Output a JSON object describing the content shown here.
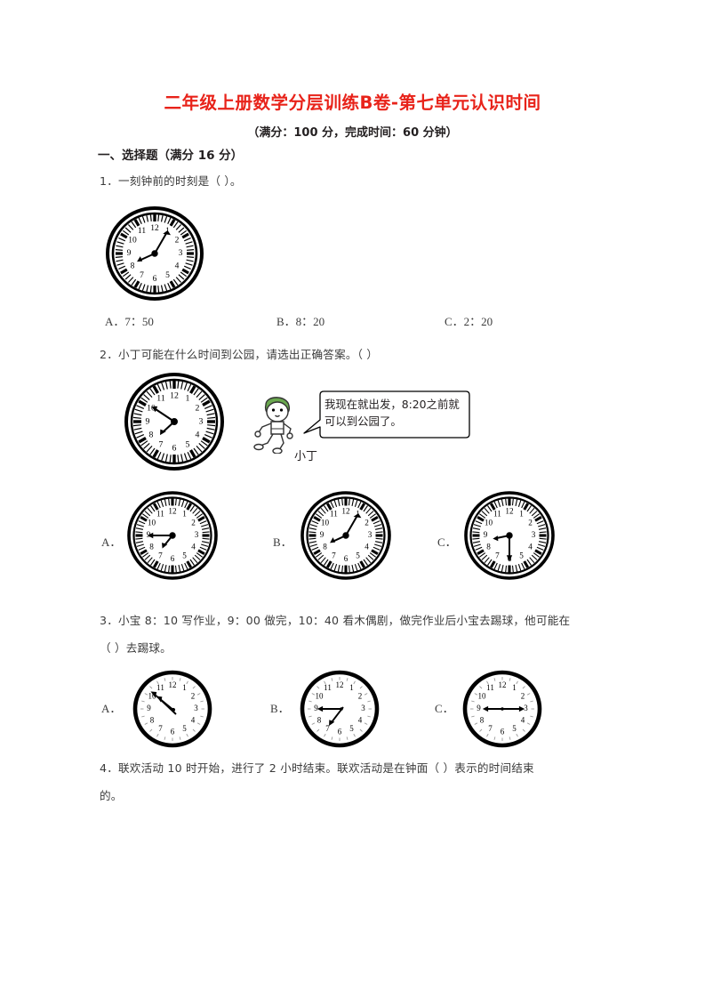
{
  "header": {
    "title": "二年级上册数学分层训练B卷-第七单元认识时间",
    "subtitle": "（满分：100 分，完成时间：60 分钟）",
    "section": "一、选择题（满分 16 分）",
    "title_color": "#e8231a"
  },
  "questions": [
    {
      "id": "q1",
      "text": "1．一刻钟前的时刻是（        ）。",
      "clock": {
        "name": "q1-clock",
        "hour": 8,
        "minute": 5
      },
      "choices": [
        {
          "key": "A",
          "label": "A．7：50"
        },
        {
          "key": "B",
          "label": "B．8：20"
        },
        {
          "key": "C",
          "label": "C．2：20"
        }
      ]
    },
    {
      "id": "q2",
      "text": "2．小丁可能在什么时间到公园，请选出正确答案。（        ）",
      "clock": {
        "name": "q2-clock",
        "hour": 7,
        "minute": 50
      },
      "character": {
        "name": "小丁",
        "bubble": "我现在就出发，8:20之前就可以到公园了。"
      },
      "options": [
        {
          "key": "A．",
          "name": "q2-option-a-clock",
          "hour": 7,
          "minute": 45
        },
        {
          "key": "B．",
          "name": "q2-option-b-clock",
          "hour": 8,
          "minute": 5
        },
        {
          "key": "C．",
          "name": "q2-option-c-clock",
          "hour": 9,
          "minute": 30
        }
      ]
    },
    {
      "id": "q3",
      "text_line1": "3．小宝 8：10 写作业，9：00 做完，10：40 看木偶剧，做完作业后小宝去踢球，他可能在",
      "text_line2": "（        ）去踢球。",
      "options": [
        {
          "key": "A．",
          "name": "q3-option-a-clock",
          "hour": 10,
          "minute": 53
        },
        {
          "key": "B．",
          "name": "q3-option-b-clock",
          "hour": 7,
          "minute": 45
        },
        {
          "key": "C．",
          "name": "q3-option-c-clock",
          "hour": 9,
          "minute": 15
        }
      ]
    },
    {
      "id": "q4",
      "text_line1": "4．联欢活动 10 时开始，进行了 2 小时结束。联欢活动是在钟面（        ）表示的时间结束",
      "text_line2": "的。"
    }
  ]
}
